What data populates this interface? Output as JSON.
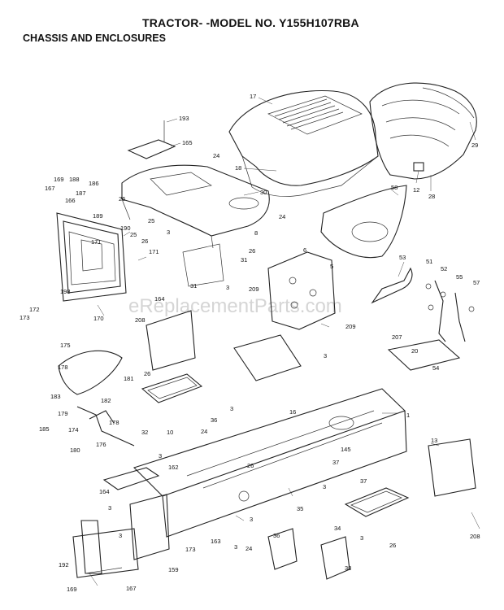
{
  "header": {
    "title": "TRACTOR- -MODEL NO. Y155H107RBA",
    "subtitle": "CHASSIS AND ENCLOSURES"
  },
  "watermark": "eReplacementParts.com",
  "callouts": {
    "c193": "193",
    "c165": "165",
    "c24a": "24",
    "c17": "17",
    "c18": "18",
    "c29": "29",
    "c12": "12",
    "c28": "28",
    "c30": "30",
    "c26a": "26",
    "c25a": "25",
    "c24b": "24",
    "c58": "58",
    "c169a": "169",
    "c188": "188",
    "c167a": "167",
    "c187": "187",
    "c186a": "186",
    "c166": "166",
    "c189": "189",
    "c190": "190",
    "c25b": "25",
    "c26b": "26",
    "c171a": "171",
    "c171b": "171",
    "c3a": "3",
    "c8": "8",
    "c26c": "26",
    "c31a": "31",
    "c31b": "31",
    "c3b": "3",
    "c6": "6",
    "c5": "5",
    "c209a": "209",
    "c209b": "209",
    "c53": "53",
    "c51": "51",
    "c52": "52",
    "c55": "55",
    "c57": "57",
    "c198": "198",
    "c172": "172",
    "c173a": "173",
    "c170": "170",
    "c164a": "164",
    "c208a": "208",
    "c175": "175",
    "c207": "207",
    "c20": "20",
    "c54": "54",
    "c178a": "178",
    "c181": "181",
    "c183": "183",
    "c182": "182",
    "c179": "179",
    "c185": "185",
    "c174": "174",
    "c178b": "178",
    "c180": "180",
    "c176": "176",
    "c3c": "3",
    "c3d": "3",
    "c26d": "26",
    "c32": "32",
    "c10": "10",
    "c36": "36",
    "c16": "16",
    "c1": "1",
    "c13": "13",
    "c145": "145",
    "c37a": "37",
    "c37b": "37",
    "c24c": "24",
    "c3e": "3",
    "c162": "162",
    "c164b": "164",
    "c3f": "3",
    "c26e": "26",
    "c35": "35",
    "c3g": "3",
    "c34": "34",
    "c26f": "26",
    "c208b": "208",
    "c192": "192",
    "c169b": "169",
    "c167b": "167",
    "c159": "159",
    "c173b": "173",
    "c163": "163",
    "c24d": "24",
    "c3h": "3",
    "c36b": "36",
    "c38": "38",
    "c3i": "3",
    "c3j": "3",
    "c3k": "3"
  }
}
